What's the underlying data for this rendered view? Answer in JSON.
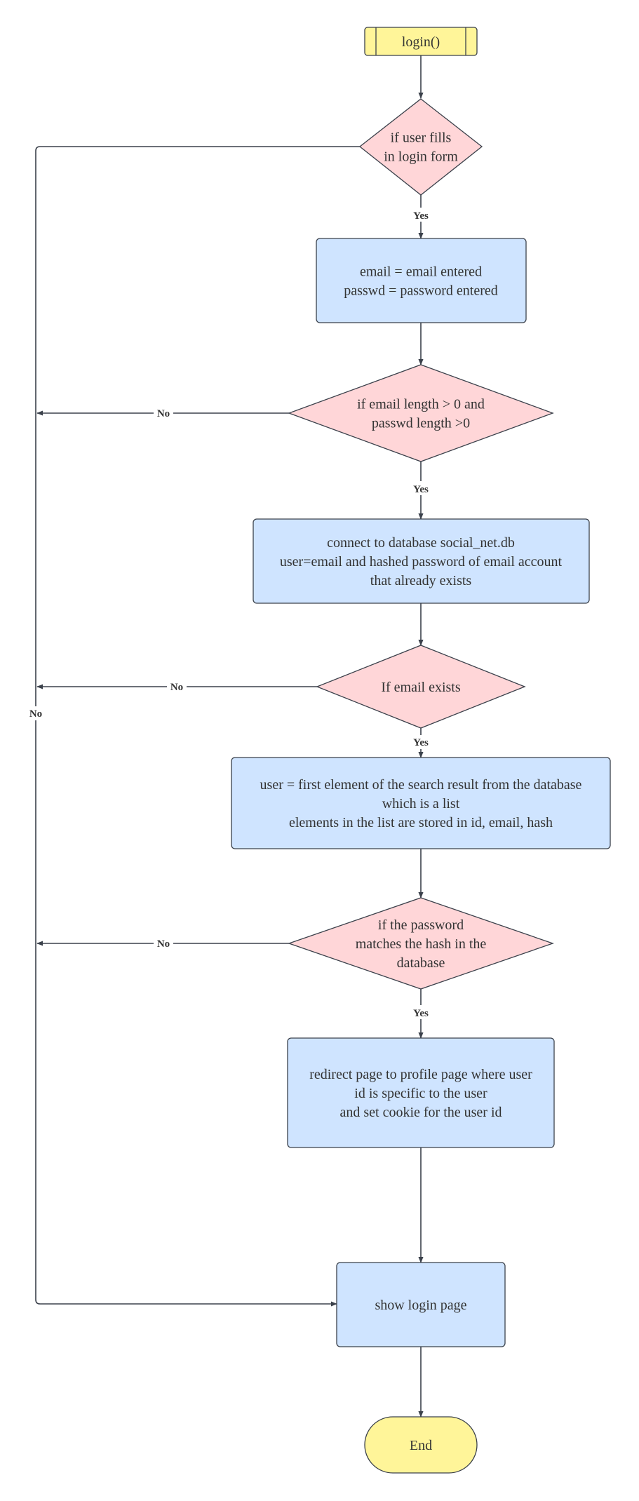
{
  "colors": {
    "terminal_fill": "#fff599",
    "decision_fill": "#ffd6d8",
    "process_fill": "#cfe4ff",
    "line": "#3b414b",
    "text": "#333333"
  },
  "nodes": {
    "start": {
      "lines": [
        "login()"
      ]
    },
    "d1": {
      "lines": [
        "if user fills",
        "in login form"
      ]
    },
    "p1": {
      "lines": [
        "email = email entered",
        "passwd = password entered"
      ]
    },
    "d2": {
      "lines": [
        "if email length > 0 and",
        "passwd length >0"
      ]
    },
    "p2": {
      "lines": [
        "connect to database social_net.db",
        "user=email and hashed password of email account",
        "that already exists"
      ]
    },
    "d3": {
      "lines": [
        "If email exists"
      ]
    },
    "p3": {
      "lines": [
        "user = first element of the search result from the database",
        "which is a list",
        "elements in the list are stored in id, email, hash"
      ]
    },
    "d4": {
      "lines": [
        "if the password",
        "matches the hash in the",
        "database"
      ]
    },
    "p4": {
      "lines": [
        "redirect page to profile page where user",
        "id is specific to the user",
        "and set cookie for the user id"
      ]
    },
    "p5": {
      "lines": [
        "show login page"
      ]
    },
    "end": {
      "lines": [
        "End"
      ]
    }
  },
  "edge_labels": {
    "yes": "Yes",
    "no": "No"
  }
}
